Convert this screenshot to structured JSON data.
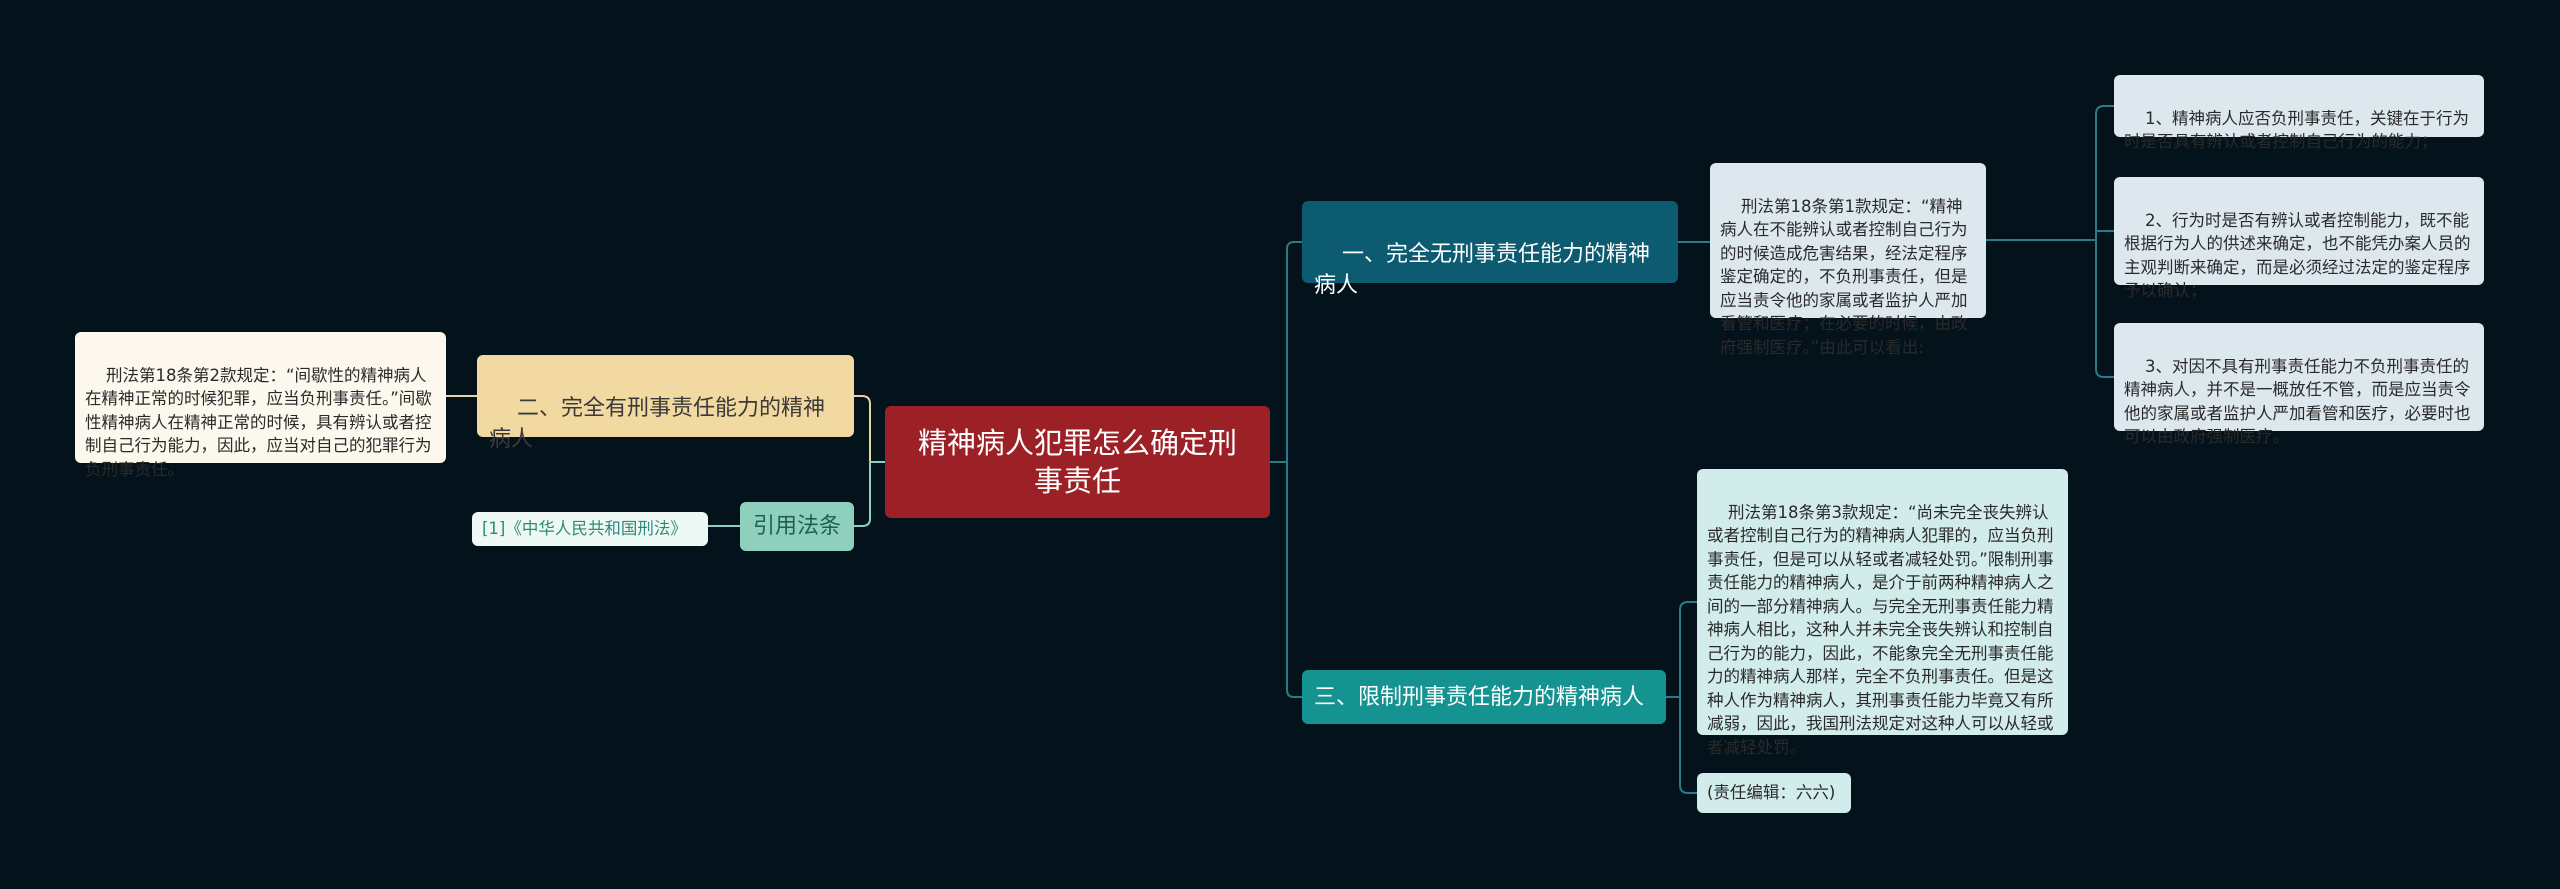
{
  "root": {
    "label": "精神病人犯罪怎么确定刑事责任"
  },
  "branches": {
    "b1": {
      "label": "一、完全无刑事责任能力的精神病人",
      "detail": "刑法第18条第1款规定：“精神病人在不能辨认或者控制自己行为的时候造成危害结果，经法定程序鉴定确定的，不负刑事责任，但是应当责令他的家属或者监护人严加看管和医疗；在必要的时候，由政府强制医疗。”由此可以看出:",
      "points": [
        "1、精神病人应否负刑事责任，关键在于行为时是否具有辨认或者控制自己行为的能力；",
        "2、行为时是否有辨认或者控制能力，既不能根据行为人的供述来确定，也不能凭办案人员的主观判断来确定，而是必须经过法定的鉴定程序予以确认；",
        "3、对因不具有刑事责任能力不负刑事责任的精神病人，并不是一概放任不管，而是应当责令他的家属或者监护人严加看管和医疗，必要时也可以由政府强制医疗。"
      ]
    },
    "b2": {
      "label": "三、限制刑事责任能力的精神病人",
      "detail": "刑法第18条第3款规定：“尚未完全丧失辨认或者控制自己行为的精神病人犯罪的，应当负刑事责任，但是可以从轻或者减轻处罚。”限制刑事责任能力的精神病人，是介于前两种精神病人之间的一部分精神病人。与完全无刑事责任能力精神病人相比，这种人并未完全丧失辨认和控制自己行为的能力，因此，不能象完全无刑事责任能力的精神病人那样，完全不负刑事责任。但是这种人作为精神病人，其刑事责任能力毕竟又有所减弱，因此，我国刑法规定对这种人可以从轻或者减轻处罚。",
      "editor": "(责任编辑：六六)"
    },
    "b3": {
      "label": "二、完全有刑事责任能力的精神病人",
      "detail": "刑法第18条第2款规定：“间歇性的精神病人在精神正常的时候犯罪，应当负刑事责任。”间歇性精神病人在精神正常的时候，具有辨认或者控制自己行为能力，因此，应当对自己的犯罪行为负刑事责任。"
    },
    "b4": {
      "label": "引用法条",
      "ref": "[1]《中华人民共和国刑法》"
    }
  },
  "colors": {
    "background": "#03121b",
    "root": "#9c2126",
    "branch_b1": "#0c5b71",
    "branch_b2": "#149391",
    "branch_b3": "#f2d8a1",
    "branch_b4": "#8fd0bc",
    "link_right": "#2d7a86",
    "link_left": "#e7d3a5"
  }
}
